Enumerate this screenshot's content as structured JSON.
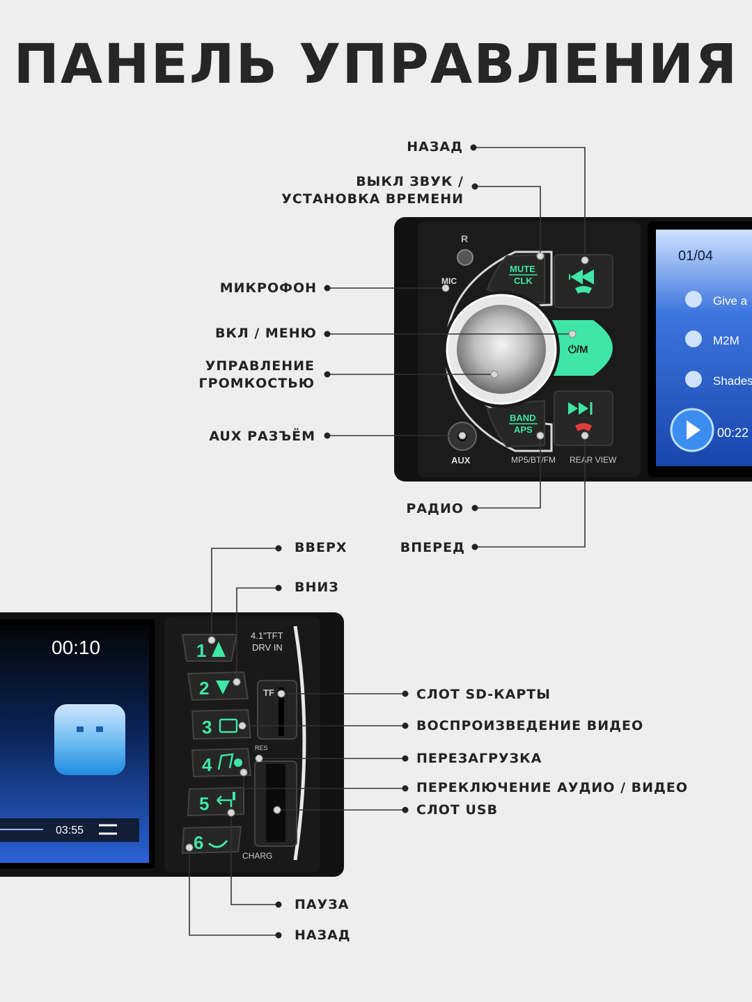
{
  "title": "ПАНЕЛЬ УПРАВЛЕНИЯ",
  "top_unit": {
    "callouts": {
      "back": "НАЗАД",
      "mute_line1": "ВЫКЛ ЗВУК /",
      "mute_line2": "УСТАНОВКА ВРЕМЕНИ",
      "mic": "МИКРОФОН",
      "power": "ВКЛ / МЕНЮ",
      "volume_line1": "УПРАВЛЕНИЕ",
      "volume_line2": "ГРОМКОСТЬЮ",
      "aux": "AUX РАЗЪЁМ",
      "radio": "РАДИО",
      "forward": "ВПЕРЕД"
    },
    "panel_labels": {
      "ir": "R",
      "mic": "MIC",
      "mute": "MUTE",
      "clk": "CLK",
      "power": "⏻/M",
      "band": "BAND",
      "aps": "APS",
      "aux": "AUX",
      "mp5": "MP5/BT/FM",
      "rear_view": "REAR VIEW"
    },
    "screen": {
      "track": "01/04",
      "items": [
        "Give a",
        "M2M",
        "Shades"
      ],
      "time": "00:22"
    }
  },
  "bottom_unit": {
    "callouts": {
      "up": "ВВЕРХ",
      "down": "ВНИЗ",
      "sd_slot": "СЛОТ SD-КАРТЫ",
      "video": "ВОСПРОИЗВЕДЕНИЕ ВИДЕО",
      "reset": "ПЕРЕЗАГРУЗКА",
      "av_switch": "ПЕРЕКЛЮЧЕНИЕ АУДИО / ВИДЕО",
      "usb_slot": "СЛОТ USB",
      "pause": "ПАУЗА",
      "back": "НАЗАД"
    },
    "panel_labels": {
      "tft_line1": "4.1\"TFT",
      "tft_line2": "DRV IN",
      "tf": "TF",
      "res": "RES",
      "charg": "CHARG"
    },
    "buttons": [
      "1",
      "2",
      "3",
      "4",
      "5",
      "6"
    ],
    "screen": {
      "time": "00:10",
      "duration": "03:55"
    }
  },
  "colors": {
    "accent_green": "#3fe6a6",
    "body_black": "#161616",
    "screen_blue": "#1d4fb5",
    "label_dark": "#222222"
  }
}
